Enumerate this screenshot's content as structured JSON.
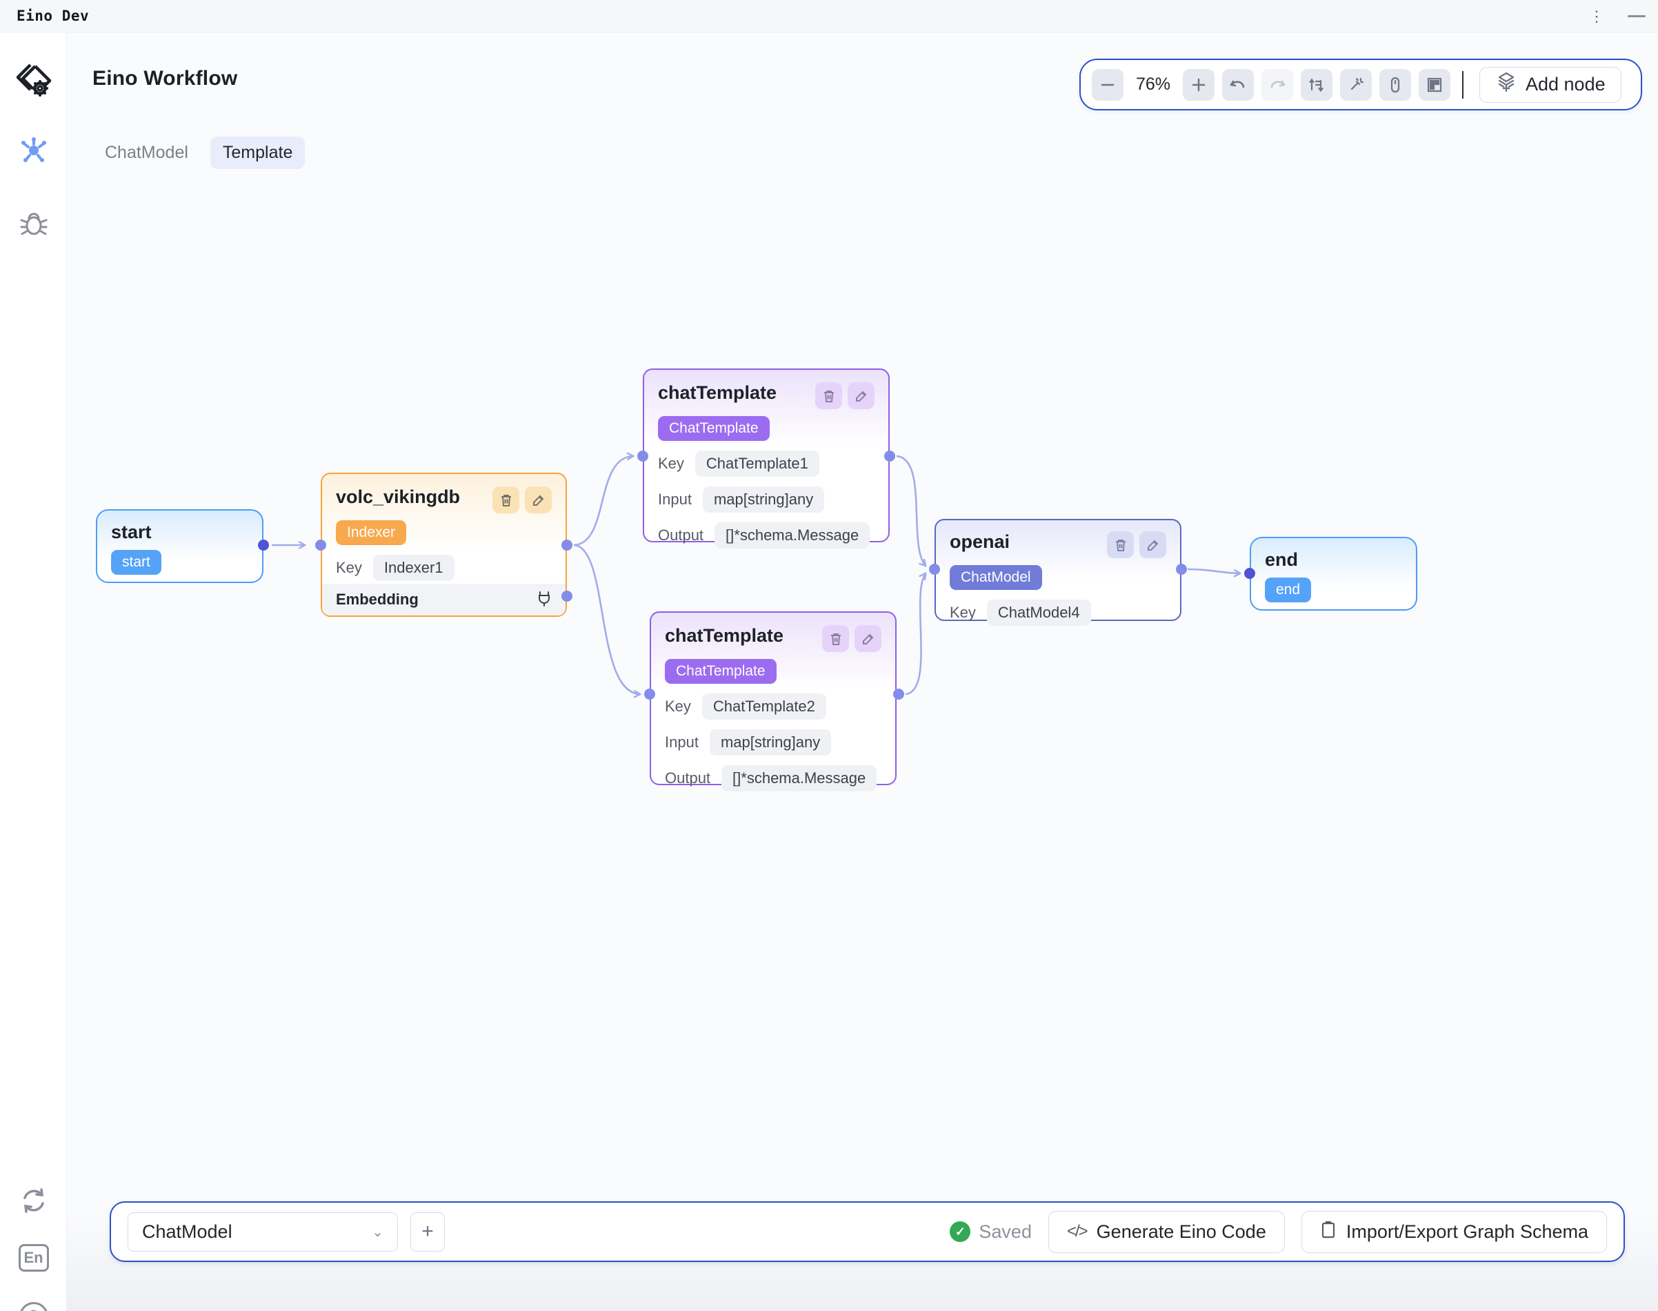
{
  "window": {
    "title": "Eino Dev"
  },
  "header": {
    "app_title": "Eino Workflow"
  },
  "tabs": [
    {
      "label": "ChatModel",
      "active": false
    },
    {
      "label": "Template",
      "active": true
    }
  ],
  "toolbar": {
    "zoom_level": "76%",
    "add_node_label": "Add node",
    "icons": [
      "zoom-out-icon",
      "zoom-in-icon",
      "undo-icon",
      "redo-icon",
      "auto-layout-icon",
      "magic-wand-icon",
      "mouse-icon",
      "minimap-icon",
      "add-node-layers-icon"
    ]
  },
  "sidebar": {
    "icons": [
      "workflow-graph-icon",
      "debug-bug-icon",
      "sync-icon",
      "language-en-icon",
      "help-icon"
    ],
    "language_label": "En",
    "help_glyph": "?"
  },
  "canvas": {
    "nodes": [
      {
        "id": "start",
        "title": "start",
        "badge": "start"
      },
      {
        "id": "volc_vikingdb",
        "title": "volc_vikingdb",
        "badge": "Indexer",
        "rows": [
          {
            "label": "Key",
            "value": "Indexer1"
          }
        ],
        "footer": {
          "label": "Embedding"
        }
      },
      {
        "id": "chatTemplate1",
        "title": "chatTemplate",
        "badge": "ChatTemplate",
        "rows": [
          {
            "label": "Key",
            "value": "ChatTemplate1"
          },
          {
            "label": "Input",
            "value": "map[string]any"
          },
          {
            "label": "Output",
            "value": "[]*schema.Message"
          }
        ]
      },
      {
        "id": "chatTemplate2",
        "title": "chatTemplate",
        "badge": "ChatTemplate",
        "rows": [
          {
            "label": "Key",
            "value": "ChatTemplate2"
          },
          {
            "label": "Input",
            "value": "map[string]any"
          },
          {
            "label": "Output",
            "value": "[]*schema.Message"
          }
        ]
      },
      {
        "id": "openai",
        "title": "openai",
        "badge": "ChatModel",
        "rows": [
          {
            "label": "Key",
            "value": "ChatModel4"
          }
        ]
      },
      {
        "id": "end",
        "title": "end",
        "badge": "end"
      }
    ],
    "edges": [
      {
        "from": "start",
        "to": "volc_vikingdb"
      },
      {
        "from": "volc_vikingdb",
        "to": "chatTemplate1"
      },
      {
        "from": "volc_vikingdb",
        "to": "chatTemplate2"
      },
      {
        "from": "chatTemplate1",
        "to": "openai"
      },
      {
        "from": "chatTemplate2",
        "to": "openai"
      },
      {
        "from": "openai",
        "to": "end"
      }
    ]
  },
  "bottom_bar": {
    "selected_node_type": "ChatModel",
    "add_button": "+",
    "status": "Saved",
    "generate_button": "Generate Eino Code",
    "import_export_button": "Import/Export Graph Schema",
    "code_glyph": "</>"
  },
  "colors": {
    "accent_border": "#2c50c8",
    "start_end_blue": "#4a9df8",
    "indexer_orange": "#f7a43c",
    "template_purple": "#8e5fe8",
    "chatmodel_indigo": "#5a68c5",
    "edge": "#a2abe9",
    "saved_green": "#34a853"
  }
}
